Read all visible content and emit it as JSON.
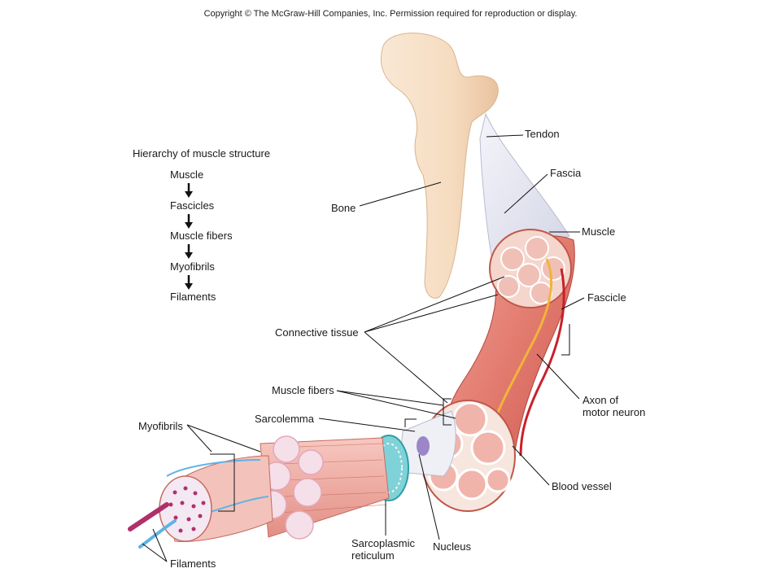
{
  "copyright": "Copyright © The McGraw-Hill Companies, Inc. Permission required for reproduction or display.",
  "hierarchy": {
    "title": "Hierarchy of muscle structure",
    "levels": [
      "Muscle",
      "Fascicles",
      "Muscle fibers",
      "Myofibrils",
      "Filaments"
    ]
  },
  "labels": {
    "tendon": "Tendon",
    "fascia": "Fascia",
    "bone": "Bone",
    "muscle": "Muscle",
    "fascicle": "Fascicle",
    "connective_tissue": "Connective tissue",
    "muscle_fibers": "Muscle fibers",
    "axon_line1": "Axon of",
    "axon_line2": "motor neuron",
    "sarcolemma": "Sarcolemma",
    "myofibrils": "Myofibrils",
    "blood_vessel": "Blood vessel",
    "sarcoplasmic_line1": "Sarcoplasmic",
    "sarcoplasmic_line2": "reticulum",
    "nucleus": "Nucleus",
    "filaments": "Filaments"
  },
  "colors": {
    "bone": "#f6dcc0",
    "tendon": "#e8e8f2",
    "muscle": "#e27a6e",
    "fiber_pink": "#f2b7b0",
    "nerve": "#f0b43a",
    "blood": "#c8202a",
    "sr_teal": "#4fc1c8",
    "filament_dot": "#b0306a"
  }
}
